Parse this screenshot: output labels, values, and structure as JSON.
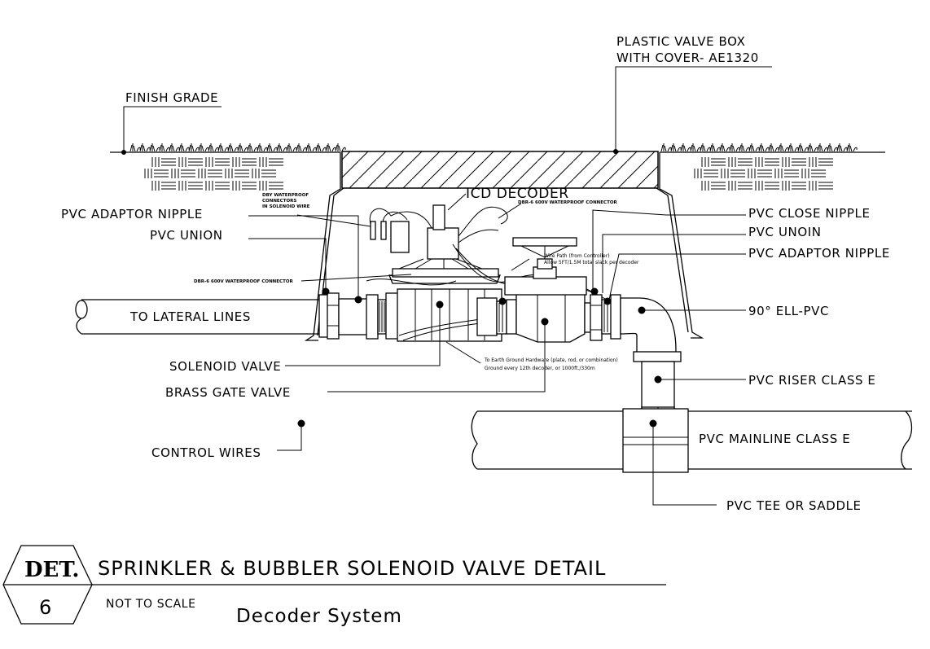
{
  "title_block": {
    "det_label": "DET.",
    "det_number": "6",
    "title": "SPRINKLER & BUBBLER  SOLENOID VALVE DETAIL",
    "scale_note": "NOT TO SCALE",
    "subtitle": "Decoder System"
  },
  "labels": {
    "plastic_valve_box_1": "PLASTIC VALVE BOX",
    "plastic_valve_box_2": "WITH COVER- AE1320",
    "finish_grade": "FINISH GRADE",
    "pvc_adaptor_nipple_left": "PVC ADAPTOR NIPPLE",
    "pvc_union_left": "PVC UNION",
    "icd_decoder": "ICD DECODER",
    "pvc_close_nipple": "PVC CLOSE NIPPLE",
    "pvc_unoin_right": "PVC UNOIN",
    "pvc_adaptor_nipple_right": "PVC ADAPTOR NIPPLE",
    "ell_pvc": "90° ELL-PVC",
    "to_lateral_lines": "TO LATERAL LINES",
    "solenoid_valve": "SOLENOID VALVE",
    "brass_gate_valve": "BRASS GATE VALVE",
    "control_wires": "CONTROL WIRES",
    "pvc_riser": "PVC RISER CLASS E",
    "pvc_mainline": "PVC MAINLINE CLASS E",
    "pvc_tee": "PVC TEE OR SADDLE"
  },
  "notes": {
    "dby_1": "DBY WATERPROOF",
    "dby_2": "CONNECTORS",
    "dby_3": "IN SOLENOID WIRE",
    "dbr_top": "DBR-6 600V WATERPROOF CONNECTOR",
    "dbr_left": "DBR-6 600V WATERPROOF CONNECTOR",
    "wire_path_1": "Wire Path (from Controller)",
    "wire_path_2": "Allow 5FT/1.5M total slack per decoder",
    "ground_1": "To Earth Ground Hardware (plate, rod, or combination)",
    "ground_2": "Ground every 12th decoder, or 1000ft./330m"
  }
}
